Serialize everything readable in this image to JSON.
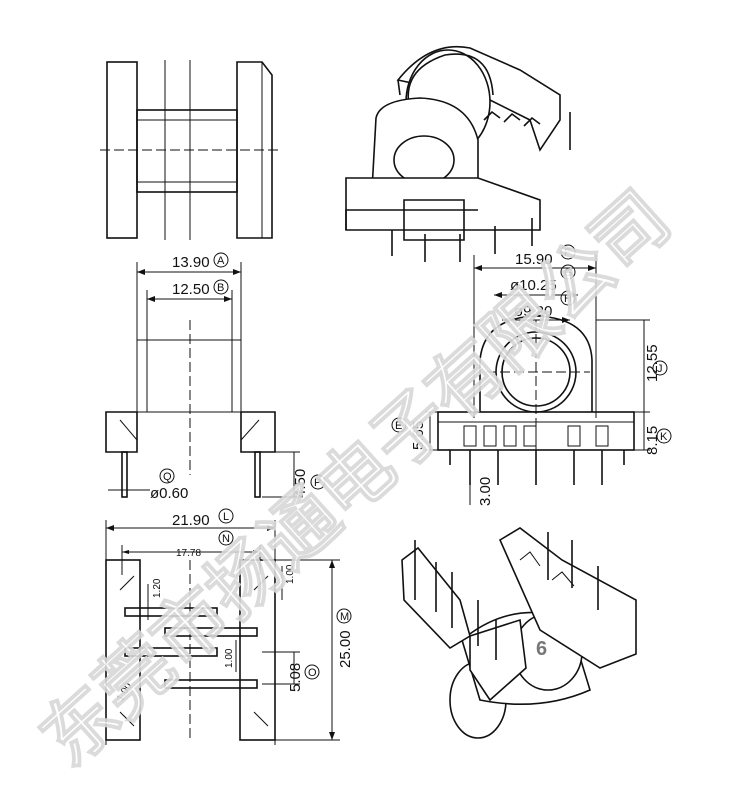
{
  "dimensions": {
    "A": {
      "label": "A",
      "value": "13.90"
    },
    "B": {
      "label": "B",
      "value": "12.50"
    },
    "F": {
      "label": "F",
      "value": "15.90"
    },
    "G": {
      "label": "G",
      "value": "ø10.25"
    },
    "H": {
      "label": "H",
      "value": "ø9.20"
    },
    "J": {
      "label": "J",
      "value": "12.55"
    },
    "E": {
      "label": "E",
      "value": "5.65"
    },
    "K": {
      "label": "K",
      "value": "8.15"
    },
    "Q": {
      "label": "Q",
      "value": "ø0.60"
    },
    "P": {
      "label": "P",
      "value": "4.50"
    },
    "pin_len": {
      "value": "3.00"
    },
    "L": {
      "label": "L",
      "value": "21.90"
    },
    "N": {
      "label": "N",
      "value": "17.78"
    },
    "M": {
      "label": "M",
      "value": "25.00"
    },
    "O": {
      "label": "O",
      "value": "5.08"
    },
    "pitch_a": {
      "value": "1.20"
    },
    "pitch_b": {
      "value": "1.00"
    },
    "pitch_c": {
      "value": "1.00"
    },
    "pitch_d": {
      "value": "1.00"
    }
  },
  "badge": "6",
  "watermark": "东莞市扬通电子有限公司"
}
